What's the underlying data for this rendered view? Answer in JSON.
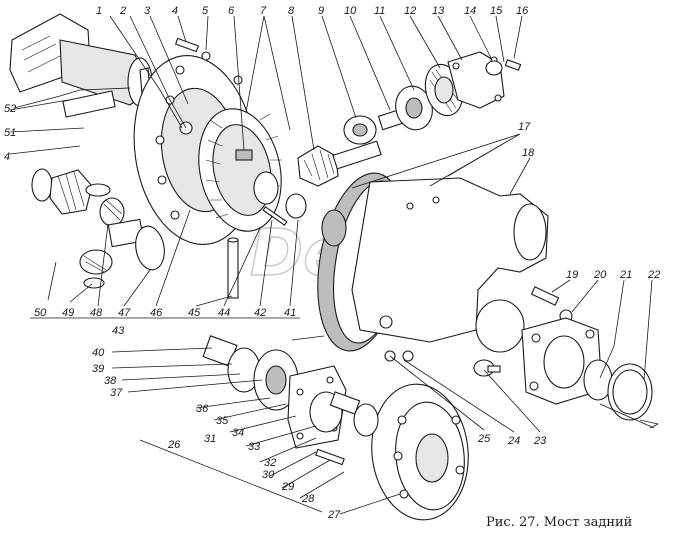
{
  "caption": "Рис. 27. Мост задний",
  "watermark": "Deex",
  "callouts": {
    "n1": "1",
    "n2": "2",
    "n3": "3",
    "n4a": "4",
    "n5": "5",
    "n6": "6",
    "n7": "7",
    "n8": "8",
    "n9": "9",
    "n10": "10",
    "n11": "11",
    "n12": "12",
    "n13": "13",
    "n14": "14",
    "n15": "15",
    "n16": "16",
    "n17": "17",
    "n18": "18",
    "n19": "19",
    "n20": "20",
    "n21": "21",
    "n22": "22",
    "n23": "23",
    "n24": "24",
    "n25": "25",
    "n26": "26",
    "n27": "27",
    "n28": "28",
    "n29": "29",
    "n30": "30",
    "n31": "31",
    "n32": "32",
    "n33": "33",
    "n34": "34",
    "n35": "35",
    "n36": "36",
    "n37": "37",
    "n38": "38",
    "n39": "39",
    "n40": "40",
    "n41": "41",
    "n42": "42",
    "n43": "43",
    "n44": "44",
    "n45": "45",
    "n46": "46",
    "n47": "47",
    "n48": "48",
    "n49": "49",
    "n50": "50",
    "n51": "51",
    "n52": "52",
    "n4b": "4"
  }
}
